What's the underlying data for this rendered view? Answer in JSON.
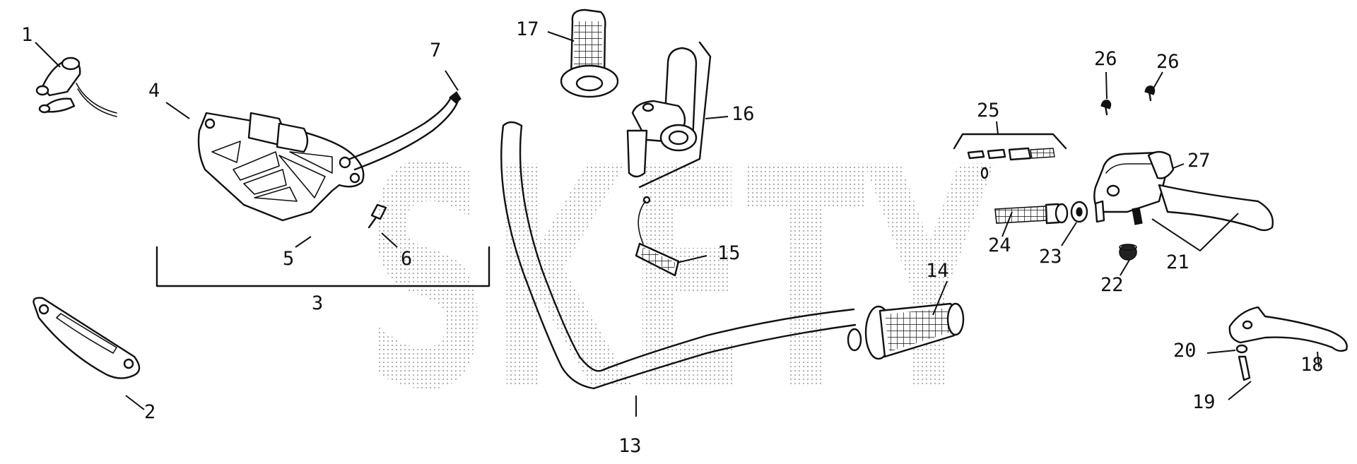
{
  "diagram": {
    "watermark_text": "SKETY",
    "part_numbers": {
      "p1": "1",
      "p2": "2",
      "p3": "3",
      "p4": "4",
      "p5": "5",
      "p6": "6",
      "p7": "7",
      "p13": "13",
      "p14": "14",
      "p15": "15",
      "p16": "16",
      "p17": "17",
      "p18": "18",
      "p19": "19",
      "p20": "20",
      "p21": "21",
      "p22": "22",
      "p23": "23",
      "p24": "24",
      "p25": "25",
      "p26a": "26",
      "p26b": "26",
      "p27": "27"
    },
    "colors": {
      "ink": "#111111",
      "watermark": "#9a9a9a",
      "background": "#ffffff"
    }
  }
}
